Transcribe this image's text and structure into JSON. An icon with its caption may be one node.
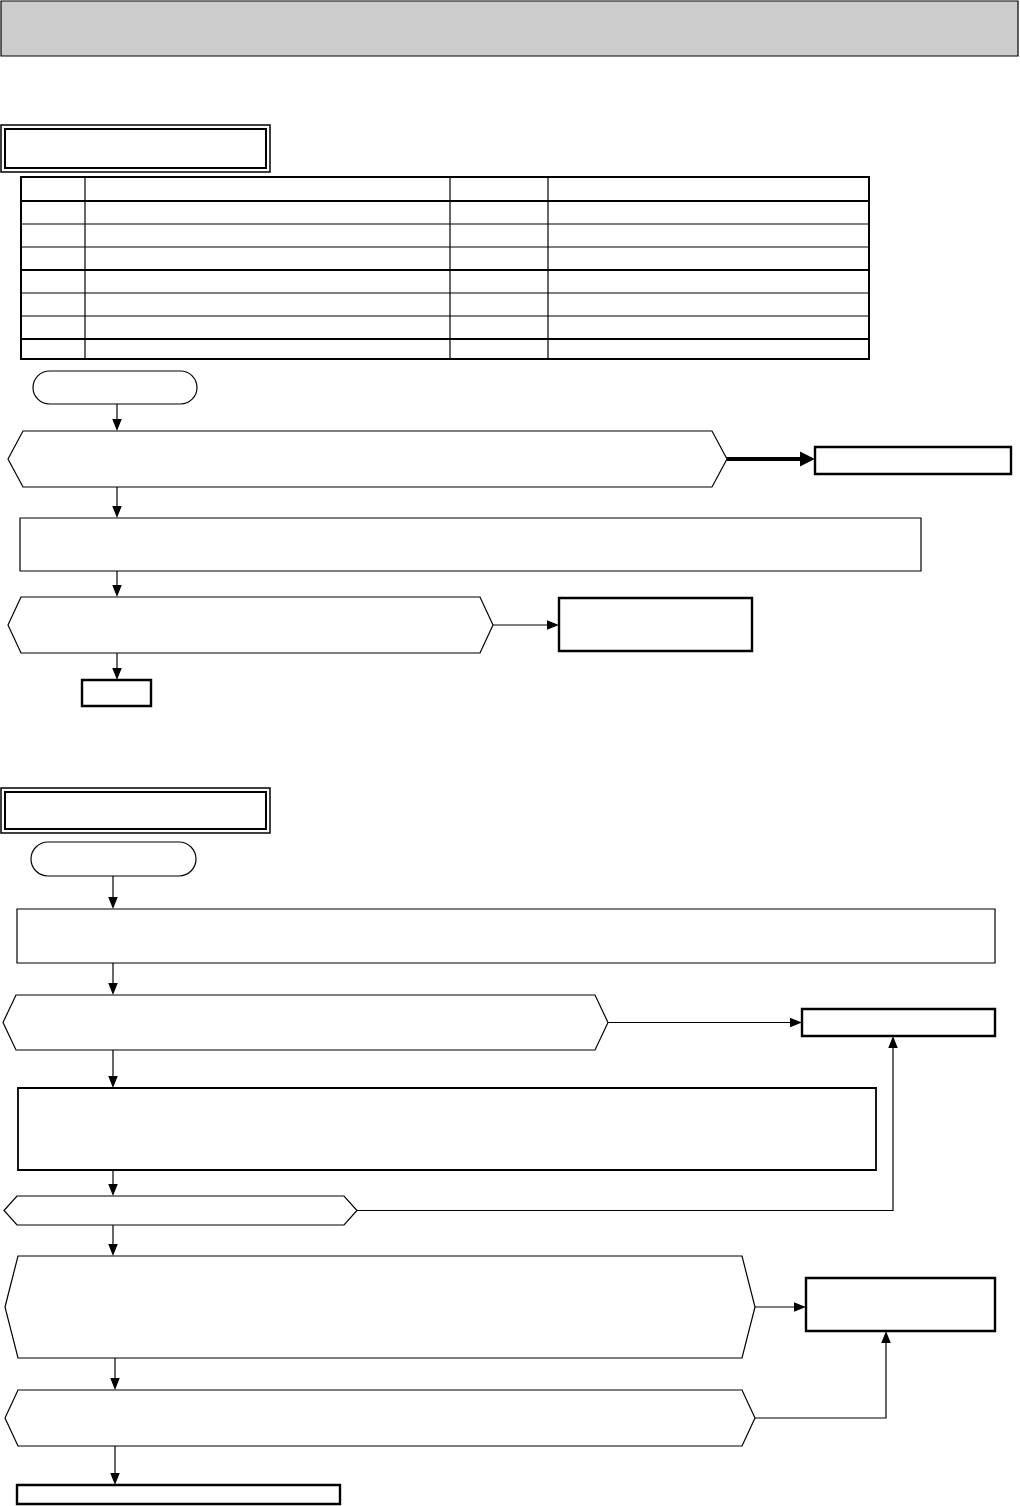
{
  "diagram": {
    "nodes": [
      {
        "text": [],
        "shape": "pill"
      },
      {
        "text": [],
        "shape": "hexagon"
      },
      {
        "text": [],
        "shape": "box"
      },
      {
        "text": [],
        "shape": "box"
      },
      {
        "text": [],
        "shape": "hexagon"
      },
      {
        "text": [],
        "shape": "box"
      },
      {
        "text": [],
        "shape": "box"
      },
      {
        "text": [],
        "shape": "pill"
      },
      {
        "text": [],
        "shape": "box"
      },
      {
        "text": [],
        "shape": "hexagon"
      },
      {
        "text": [],
        "shape": "box"
      },
      {
        "text": [],
        "shape": "box"
      },
      {
        "text": [],
        "shape": "hexagon"
      },
      {
        "text": [],
        "shape": "hexagon"
      },
      {
        "text": [],
        "shape": "box"
      },
      {
        "text": [],
        "shape": "hexagon"
      },
      {
        "text": [],
        "shape": "box"
      }
    ],
    "edges": [
      {
        "from": 0,
        "to": 1,
        "arrow": "to"
      },
      {
        "from": 1,
        "to": 2,
        "arrow": "to",
        "style": "thick"
      },
      {
        "from": 1,
        "to": 3,
        "arrow": "to"
      },
      {
        "from": 3,
        "to": 4,
        "arrow": "to"
      },
      {
        "from": 4,
        "to": 5,
        "arrow": "to"
      },
      {
        "from": 4,
        "to": 6,
        "arrow": "to"
      },
      {
        "from": 7,
        "to": 8,
        "arrow": "to"
      },
      {
        "from": 8,
        "to": 9,
        "arrow": "to"
      },
      {
        "from": 9,
        "to": 10,
        "arrow": "to"
      },
      {
        "from": 9,
        "to": 11,
        "arrow": "to"
      },
      {
        "from": 11,
        "to": 12,
        "arrow": "to"
      },
      {
        "from": 12,
        "to": 10,
        "arrow": "to"
      },
      {
        "from": 12,
        "to": 13,
        "arrow": "to"
      },
      {
        "from": 13,
        "to": 14,
        "arrow": "to"
      },
      {
        "from": 13,
        "to": 15,
        "arrow": "to"
      },
      {
        "from": 15,
        "to": 14,
        "arrow": "to"
      },
      {
        "from": 15,
        "to": 16,
        "arrow": "to"
      }
    ]
  }
}
